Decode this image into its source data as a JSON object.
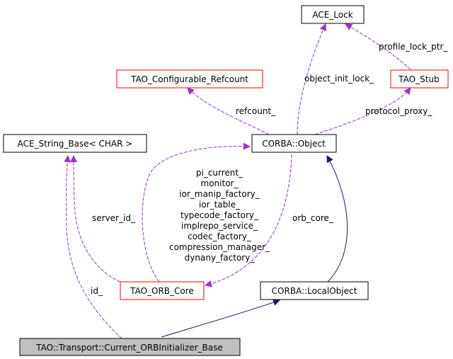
{
  "colors": {
    "background": "#ffffff",
    "node_fill": "#ffffff",
    "node_border_default": "#000000",
    "node_border_undocumented": "#ff0000",
    "focus_node_fill": "#bfbfbf",
    "inheritance_edge": "#191970",
    "usage_edge": "#9a32cd"
  },
  "nodes": {
    "ace_lock": "ACE_Lock",
    "tao_configurable_refcount": "TAO_Configurable_Refcount",
    "tao_stub": "TAO_Stub",
    "ace_string_base": "ACE_String_Base< CHAR >",
    "corba_object": "CORBA::Object",
    "tao_orb_core": "TAO_ORB_Core",
    "corba_localobject": "CORBA::LocalObject",
    "current_orbinitializer_base": "TAO::Transport::Current_ORBInitializer_Base"
  },
  "edges": {
    "profile_lock_ptr": "profile_lock_ptr_",
    "object_init_lock": "object_init_lock_",
    "refcount": "refcount_",
    "protocol_proxy": "protocol_proxy_",
    "orb_core": "orb_core_",
    "server_id": "server_id_",
    "id": "id_",
    "orb_core_members": [
      "pi_current_",
      "monitor_",
      "ior_manip_factory_",
      "ior_table_",
      "typecode_factory_",
      "implrepo_service_",
      "codec_factory_",
      "compression_manager_",
      "dynany_factory_"
    ]
  }
}
